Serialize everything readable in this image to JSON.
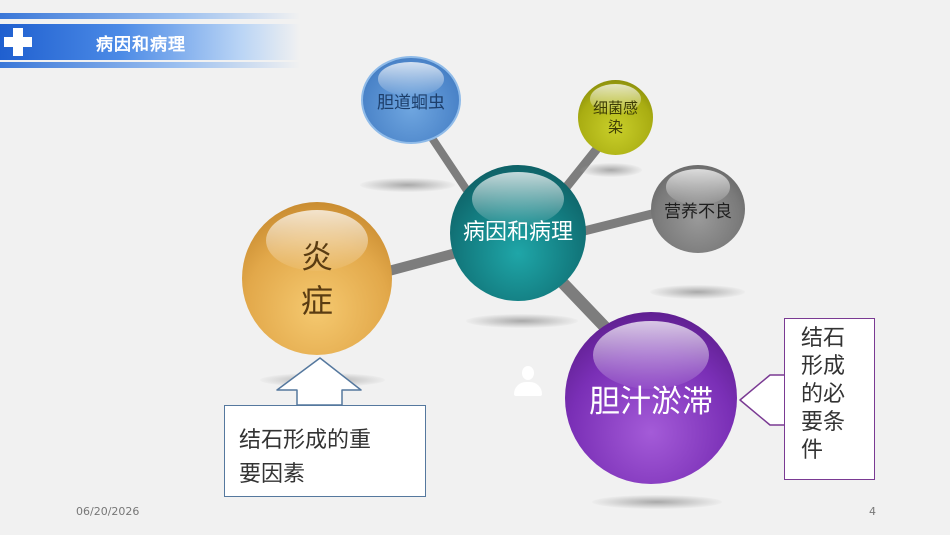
{
  "header": {
    "title": "病因和病理"
  },
  "diagram": {
    "center": "病因和病理",
    "inflammation_lines": [
      "炎",
      "症"
    ],
    "bile_stasis": "胆汁淤滞",
    "roundworm": "胆道蛔虫",
    "infection_lines": [
      "细菌感",
      "染"
    ],
    "malnutrition": "营养不良",
    "left_note_lines": [
      "结石形成的重",
      "要因素"
    ],
    "right_note_lines": [
      "结石",
      "形成",
      "的必",
      "要条",
      "件"
    ]
  },
  "colors": {
    "center": "#137c80",
    "inflammation": "#e2a84a",
    "bile_stasis": "#7a2fb6",
    "roundworm": "#4a83c8",
    "infection": "#a9ad12",
    "malnutrition": "#7a7a7a",
    "connector": "#7d7d7d",
    "header": "#1f5fcf"
  },
  "footer": {
    "date": "06/20/2026",
    "page": "4"
  }
}
